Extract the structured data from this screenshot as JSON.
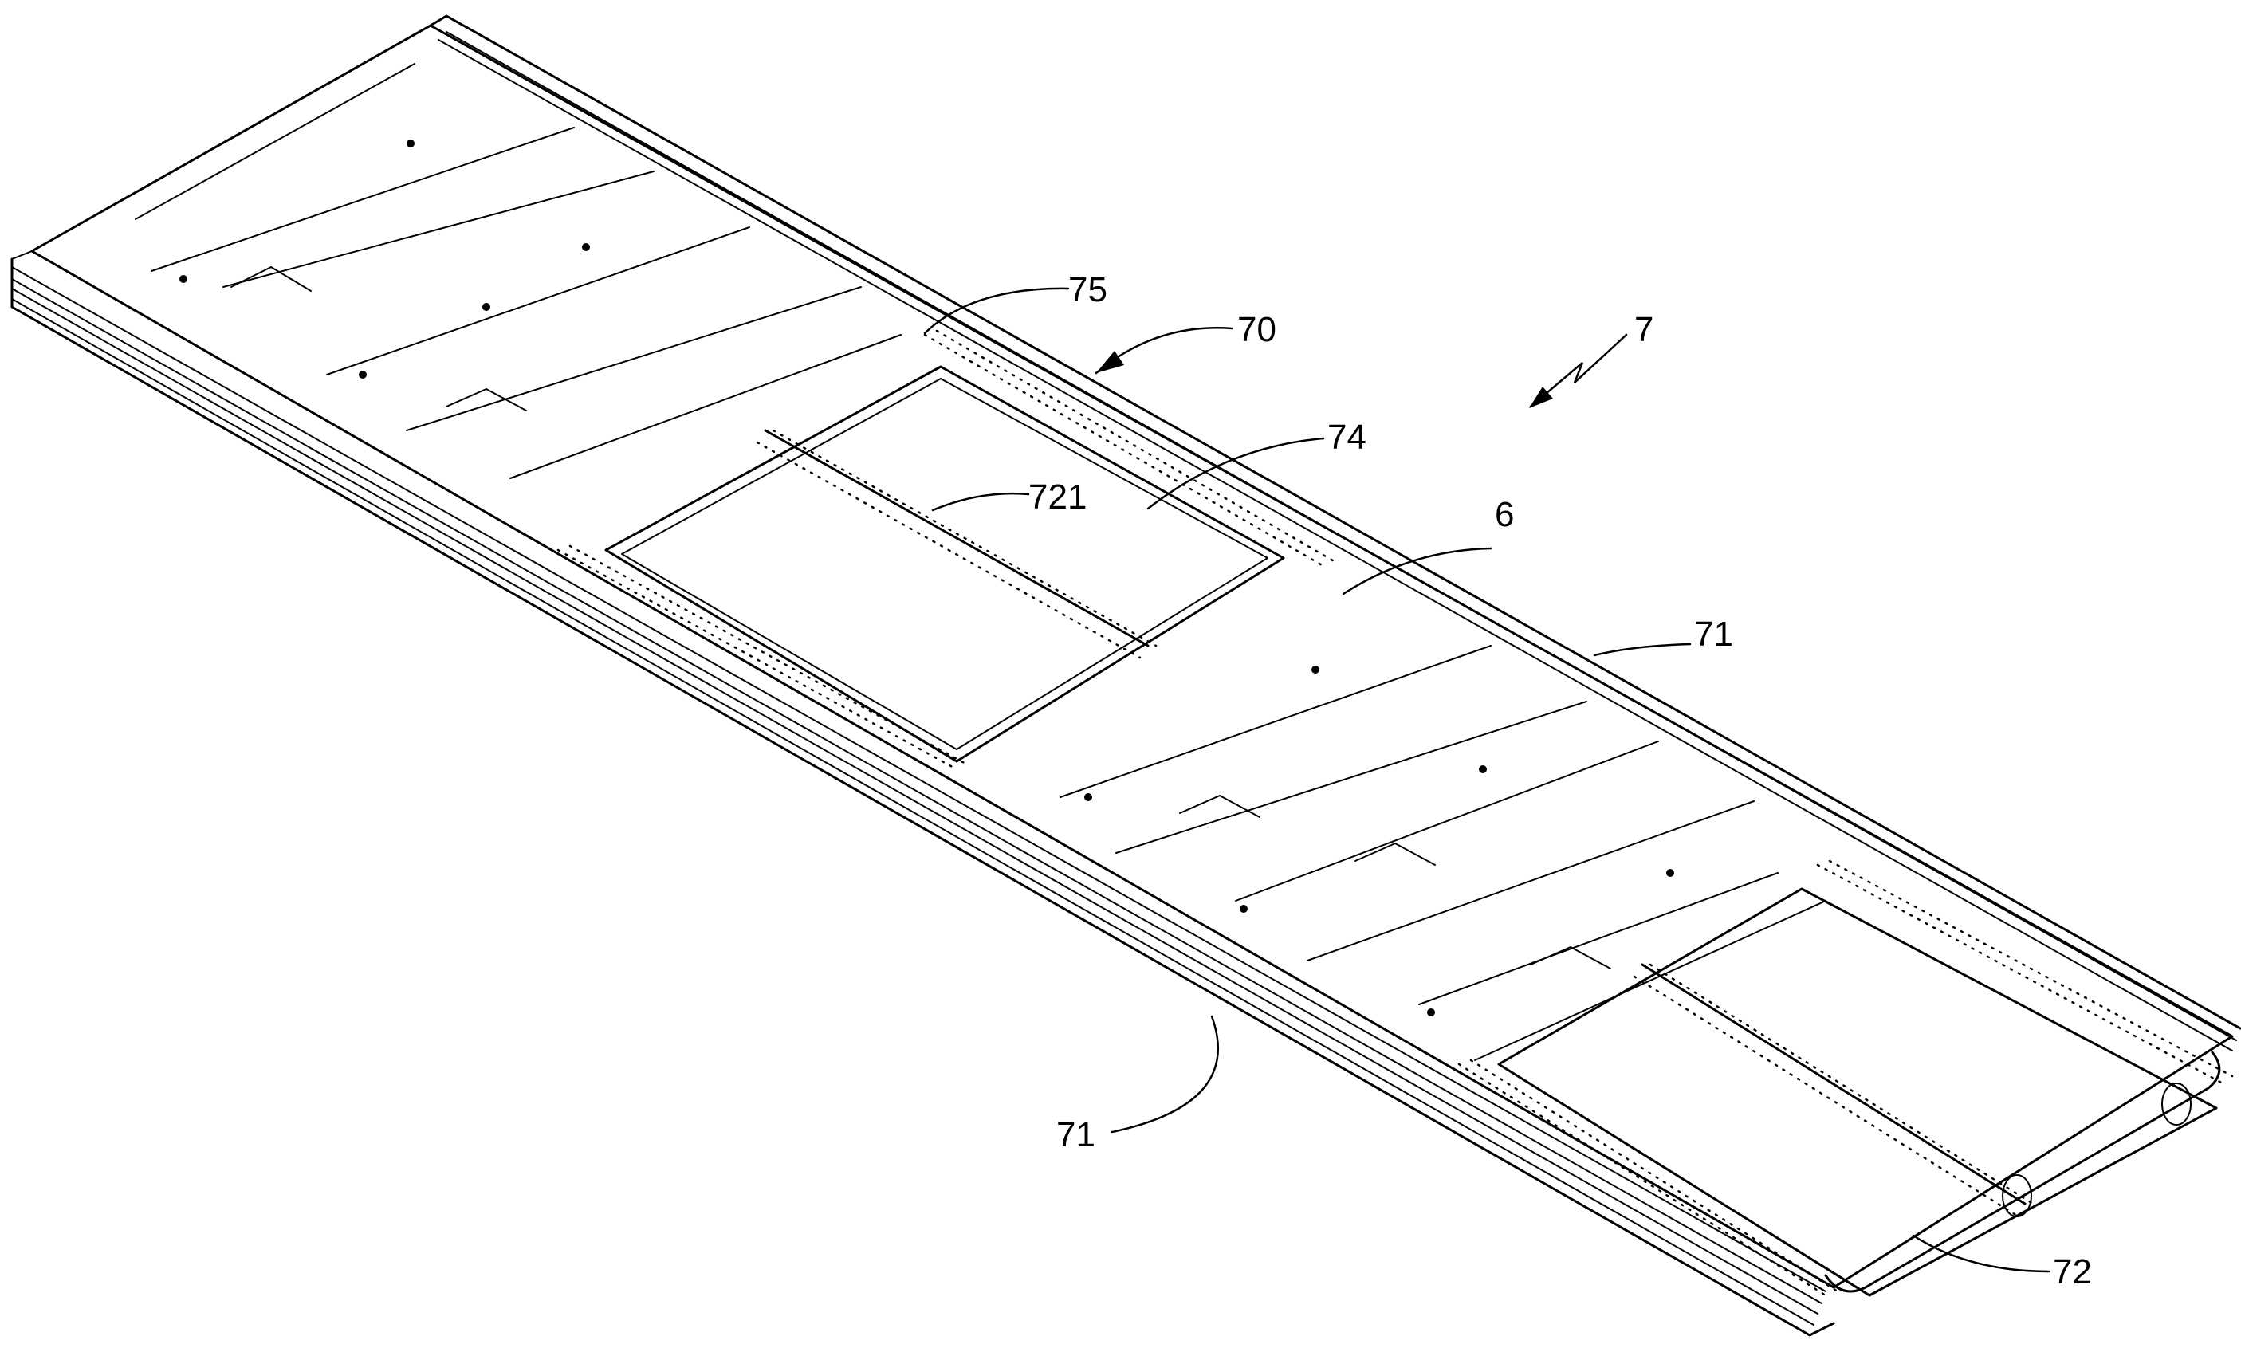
{
  "labels": {
    "l75": "75",
    "l70": "70",
    "l7": "7",
    "l74": "74",
    "l721": "721",
    "l6": "6",
    "l71_right": "71",
    "l71_left": "71",
    "l72": "72"
  }
}
